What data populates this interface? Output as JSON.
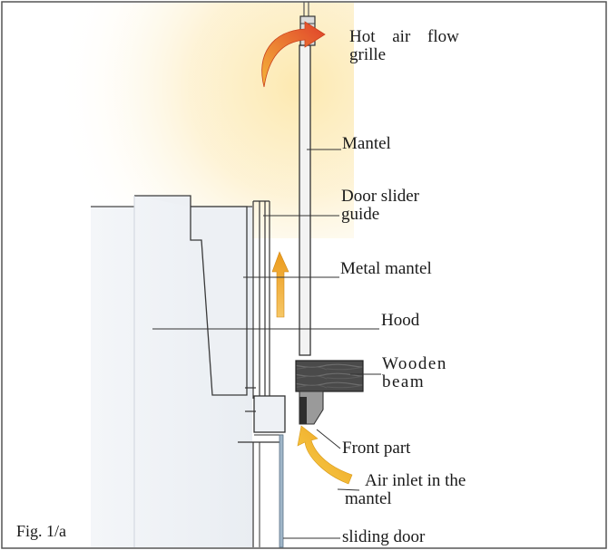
{
  "figure_label": "Fig. 1/a",
  "labels": {
    "hot_air_line1": "Hot air flow",
    "hot_air_line2": "grille",
    "mantel": "Mantel",
    "door_slider_line1": "Door slider",
    "door_slider_line2": "guide",
    "metal_mantel": "Metal mantel",
    "hood": "Hood",
    "wooden_line1": "Wooden",
    "wooden_line2": "beam",
    "front_part": "Front part",
    "air_inlet_line1": "Air inlet in the",
    "air_inlet_line2": "mantel",
    "sliding_door": "sliding door"
  },
  "colors": {
    "hot_arrow": "#e0402a",
    "flow_arrow": "#f0a020",
    "inlet_arrow": "#f3b52a",
    "warm_glow": "#fde9b0",
    "outline": "#333333",
    "glass": "#9fb6c8"
  }
}
